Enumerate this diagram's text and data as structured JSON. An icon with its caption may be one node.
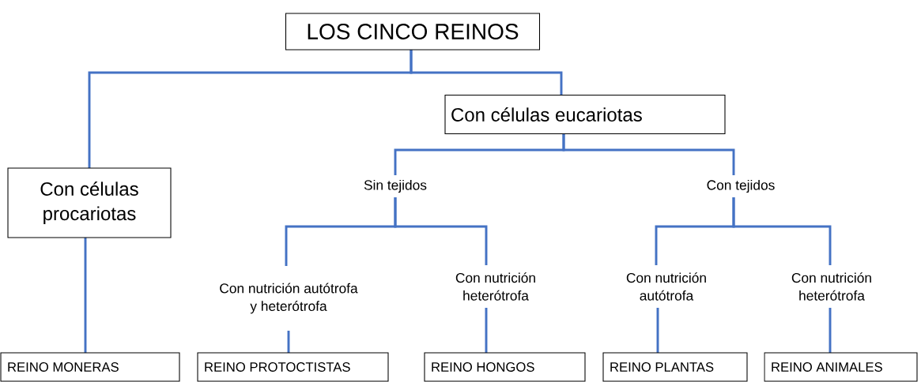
{
  "diagram": {
    "nodes": [
      {
        "text": [
          "LOS CINCO REINOS"
        ]
      },
      {
        "text": [
          "Con células eucariotas"
        ]
      },
      {
        "text": [
          "Con células procariotas"
        ]
      },
      {
        "text": [
          "Sin tejidos"
        ]
      },
      {
        "text": [
          "Con tejidos"
        ]
      },
      {
        "text": [
          "Con nutrición autótrofa y heterótrofa"
        ]
      },
      {
        "text": [
          "Con nutrición heterótrofa"
        ]
      },
      {
        "text": [
          "Con nutrición autótrofa"
        ]
      },
      {
        "text": [
          "Con nutrición heterótrofa"
        ]
      },
      {
        "text": [
          "REINO MONERAS"
        ]
      },
      {
        "text": [
          "REINO PROTOCTISTAS"
        ]
      },
      {
        "text": [
          "REINO HONGOS"
        ]
      },
      {
        "text": [
          "REINO PLANTAS"
        ]
      },
      {
        "text": [
          "REINO ANIMALES"
        ]
      }
    ],
    "edges": [
      {
        "from": 0,
        "to": 2,
        "arrow": "none"
      },
      {
        "from": 0,
        "to": 1,
        "arrow": "none"
      },
      {
        "from": 1,
        "to": 3,
        "arrow": "none"
      },
      {
        "from": 1,
        "to": 4,
        "arrow": "none"
      },
      {
        "from": 3,
        "to": 5,
        "arrow": "none"
      },
      {
        "from": 3,
        "to": 6,
        "arrow": "none"
      },
      {
        "from": 4,
        "to": 7,
        "arrow": "none"
      },
      {
        "from": 4,
        "to": 8,
        "arrow": "none"
      },
      {
        "from": 2,
        "to": 9,
        "arrow": "none"
      },
      {
        "from": 5,
        "to": 10,
        "arrow": "none"
      },
      {
        "from": 6,
        "to": 11,
        "arrow": "none"
      },
      {
        "from": 7,
        "to": 12,
        "arrow": "none"
      },
      {
        "from": 8,
        "to": 13,
        "arrow": "none"
      }
    ]
  }
}
